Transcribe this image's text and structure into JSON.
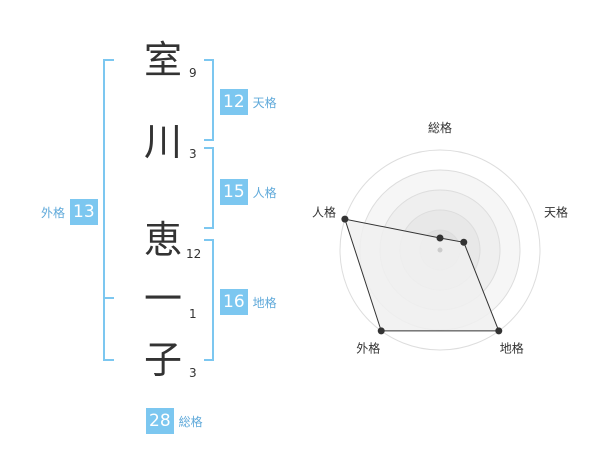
{
  "name": {
    "chars": [
      {
        "char": "室",
        "strokes": "9"
      },
      {
        "char": "川",
        "strokes": "3"
      },
      {
        "char": "恵",
        "strokes": "12"
      },
      {
        "char": "一",
        "strokes": "1"
      },
      {
        "char": "子",
        "strokes": "3"
      }
    ]
  },
  "fortune": {
    "tenkaku": {
      "value": "12",
      "label": "天格"
    },
    "jinkaku": {
      "value": "15",
      "label": "人格"
    },
    "chikaku": {
      "value": "16",
      "label": "地格"
    },
    "gaikaku": {
      "value": "13",
      "label": "外格"
    },
    "soukaku": {
      "value": "28",
      "label": "総格"
    }
  },
  "colors": {
    "accent": "#7cc7f0",
    "accent_text": "#5fa9da",
    "bracket": "#7cc7f0"
  },
  "chart_data": {
    "type": "radar",
    "axes": [
      "総格",
      "天格",
      "地格",
      "外格",
      "人格"
    ],
    "values": [
      0.12,
      0.25,
      1.0,
      1.0,
      1.0
    ],
    "rings": 5
  }
}
